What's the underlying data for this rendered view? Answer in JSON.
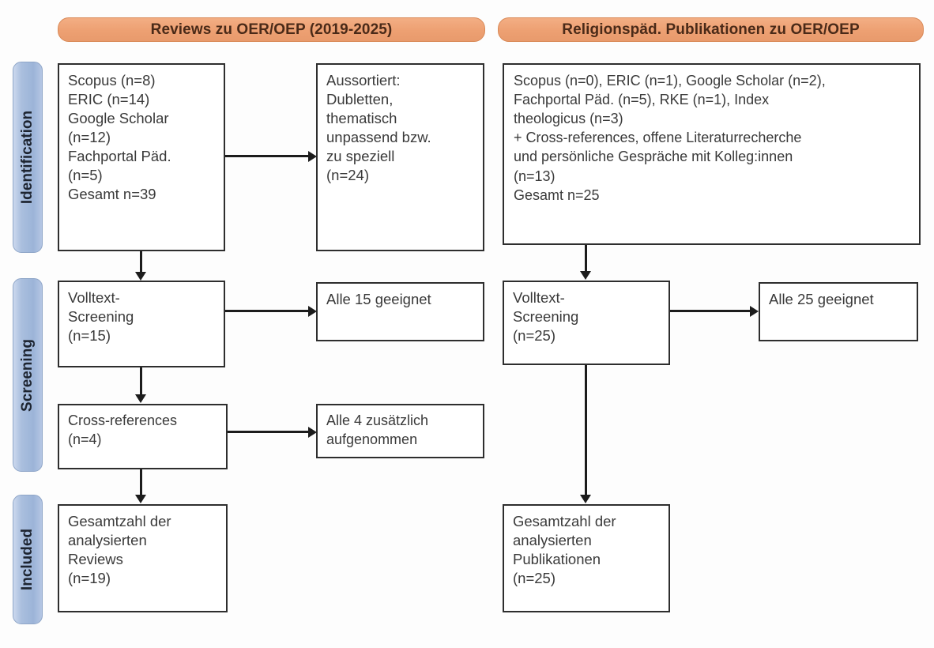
{
  "figure": {
    "type": "prisma-flow-diagram",
    "title_left": "Reviews zu OER/OEP (2019-2025)",
    "title_right": "Religionspäd. Publikationen zu OER/OEP"
  },
  "colors": {
    "header_orange": "#eda072",
    "header_orange_border": "#d98a58",
    "stage_blue": "#aabfde",
    "stage_blue_border": "#8fa6c8",
    "box_border": "#2e2e2e",
    "text": "#3a3a3a",
    "connector": "#1c1c1c"
  },
  "stages": [
    {
      "id": "identification",
      "label": "Identification"
    },
    {
      "id": "screening",
      "label": "Screening"
    },
    {
      "id": "included",
      "label": "Included"
    }
  ],
  "columns": [
    {
      "id": "reviews",
      "header": "Reviews zu OER/OEP (2019-2025)",
      "boxes": {
        "identification_sources": "Scopus (n=8)\nERIC (n=14)\nGoogle Scholar\n(n=12)\nFachportal Päd.\n(n=5)\nGesamt n=39",
        "excluded": "Aussortiert:\nDubletten,\nthematisch\nunpassend bzw.\nzu speziell\n(n=24)",
        "fulltext_screening": "Volltext-\nScreening\n(n=15)",
        "fulltext_result": "Alle 15 geeignet",
        "cross_references": "Cross-references\n(n=4)",
        "cross_references_result": "Alle 4 zusätzlich\naufgenommen",
        "included_total": "Gesamtzahl der\nanalysierten\nReviews\n(n=19)"
      }
    },
    {
      "id": "religionspaed",
      "header": "Religionspäd. Publikationen zu OER/OEP",
      "boxes": {
        "identification_sources": "Scopus (n=0), ERIC (n=1), Google Scholar (n=2),\nFachportal Päd. (n=5), RKE (n=1), Index\ntheologicus (n=3)\n+ Cross-references, offene Literaturrecherche\nund persönliche Gespräche mit Kolleg:innen\n(n=13)\nGesamt n=25",
        "fulltext_screening": "Volltext-\nScreening\n(n=25)",
        "fulltext_result": "Alle 25 geeignet",
        "included_total": "Gesamtzahl der\nanalysierten\nPublikationen\n(n=25)"
      }
    }
  ],
  "counts": {
    "left_scopus": 8,
    "left_eric": 14,
    "left_google_scholar": 12,
    "left_fachportal": 5,
    "left_total": 39,
    "left_excluded": 24,
    "left_fulltext": 15,
    "left_cross_references": 4,
    "left_included": 19,
    "right_scopus": 0,
    "right_eric": 1,
    "right_google_scholar": 2,
    "right_fachportal": 5,
    "right_rke": 1,
    "right_index_theologicus": 3,
    "right_additional": 13,
    "right_total": 25,
    "right_fulltext": 25,
    "right_included": 25
  }
}
